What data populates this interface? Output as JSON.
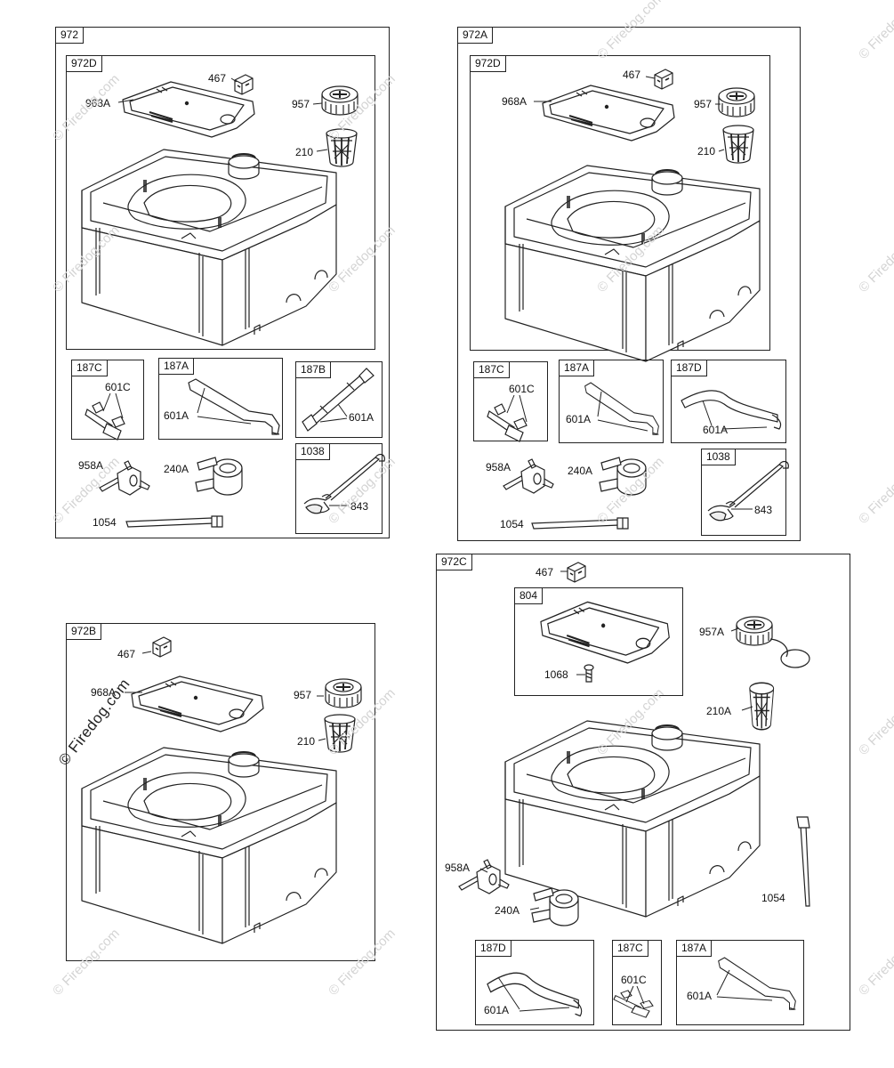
{
  "watermark": "© Firedog.com",
  "assemblies": {
    "a972": {
      "label": "972",
      "main": {
        "label": "972D",
        "parts": {
          "cover": "968A",
          "cap_insert": "467",
          "cap": "957",
          "strainer": "210"
        }
      },
      "kit_c": {
        "label": "187C",
        "part": "601C"
      },
      "kit_a": {
        "label": "187A",
        "part": "601A"
      },
      "kit_b": {
        "label": "187B",
        "part": "601A"
      },
      "kit_1038": {
        "label": "1038",
        "part": "843"
      },
      "valve": "958A",
      "filter": "240A",
      "tie": "1054"
    },
    "a972A": {
      "label": "972A",
      "main": {
        "label": "972D",
        "parts": {
          "cover": "968A",
          "cap_insert": "467",
          "cap": "957",
          "strainer": "210"
        }
      },
      "kit_c": {
        "label": "187C",
        "part": "601C"
      },
      "kit_a": {
        "label": "187A",
        "part": "601A"
      },
      "kit_d": {
        "label": "187D",
        "part": "601A"
      },
      "kit_1038": {
        "label": "1038",
        "part": "843"
      },
      "valve": "958A",
      "filter": "240A",
      "tie": "1054"
    },
    "a972B": {
      "label": "972B",
      "parts": {
        "cap_insert": "467",
        "cover": "968A",
        "cap": "957",
        "strainer": "210"
      }
    },
    "a972C": {
      "label": "972C",
      "cap_insert": "467",
      "kit_804": {
        "label": "804",
        "part": "1068"
      },
      "cap": "957A",
      "strainer": "210A",
      "valve": "958A",
      "filter": "240A",
      "tie": "1054",
      "kit_d": {
        "label": "187D",
        "part": "601A"
      },
      "kit_c": {
        "label": "187C",
        "part": "601C"
      },
      "kit_a": {
        "label": "187A",
        "part": "601A"
      }
    }
  }
}
